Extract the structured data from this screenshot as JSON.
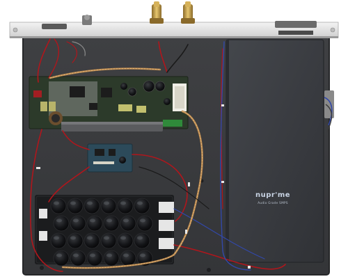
{
  "photo": {
    "subject": "amplifier chassis interior, top view",
    "psu_cover": {
      "brand": "nupr'me",
      "tagline": "Audio Grade SMPS"
    },
    "colors": {
      "chassis_floor": "#3a3b3e",
      "psu_cover": "#3c3e42",
      "pcb_green": "#2c3a2a",
      "pcb_blue": "#2c4a5a",
      "capacitor_black": "#111214",
      "wire_red": "#b0161c",
      "wire_blue": "#3248a8",
      "wire_copper": "#b8874e",
      "terminal_gold": "#c8a04a",
      "background": "#ffffff"
    }
  }
}
